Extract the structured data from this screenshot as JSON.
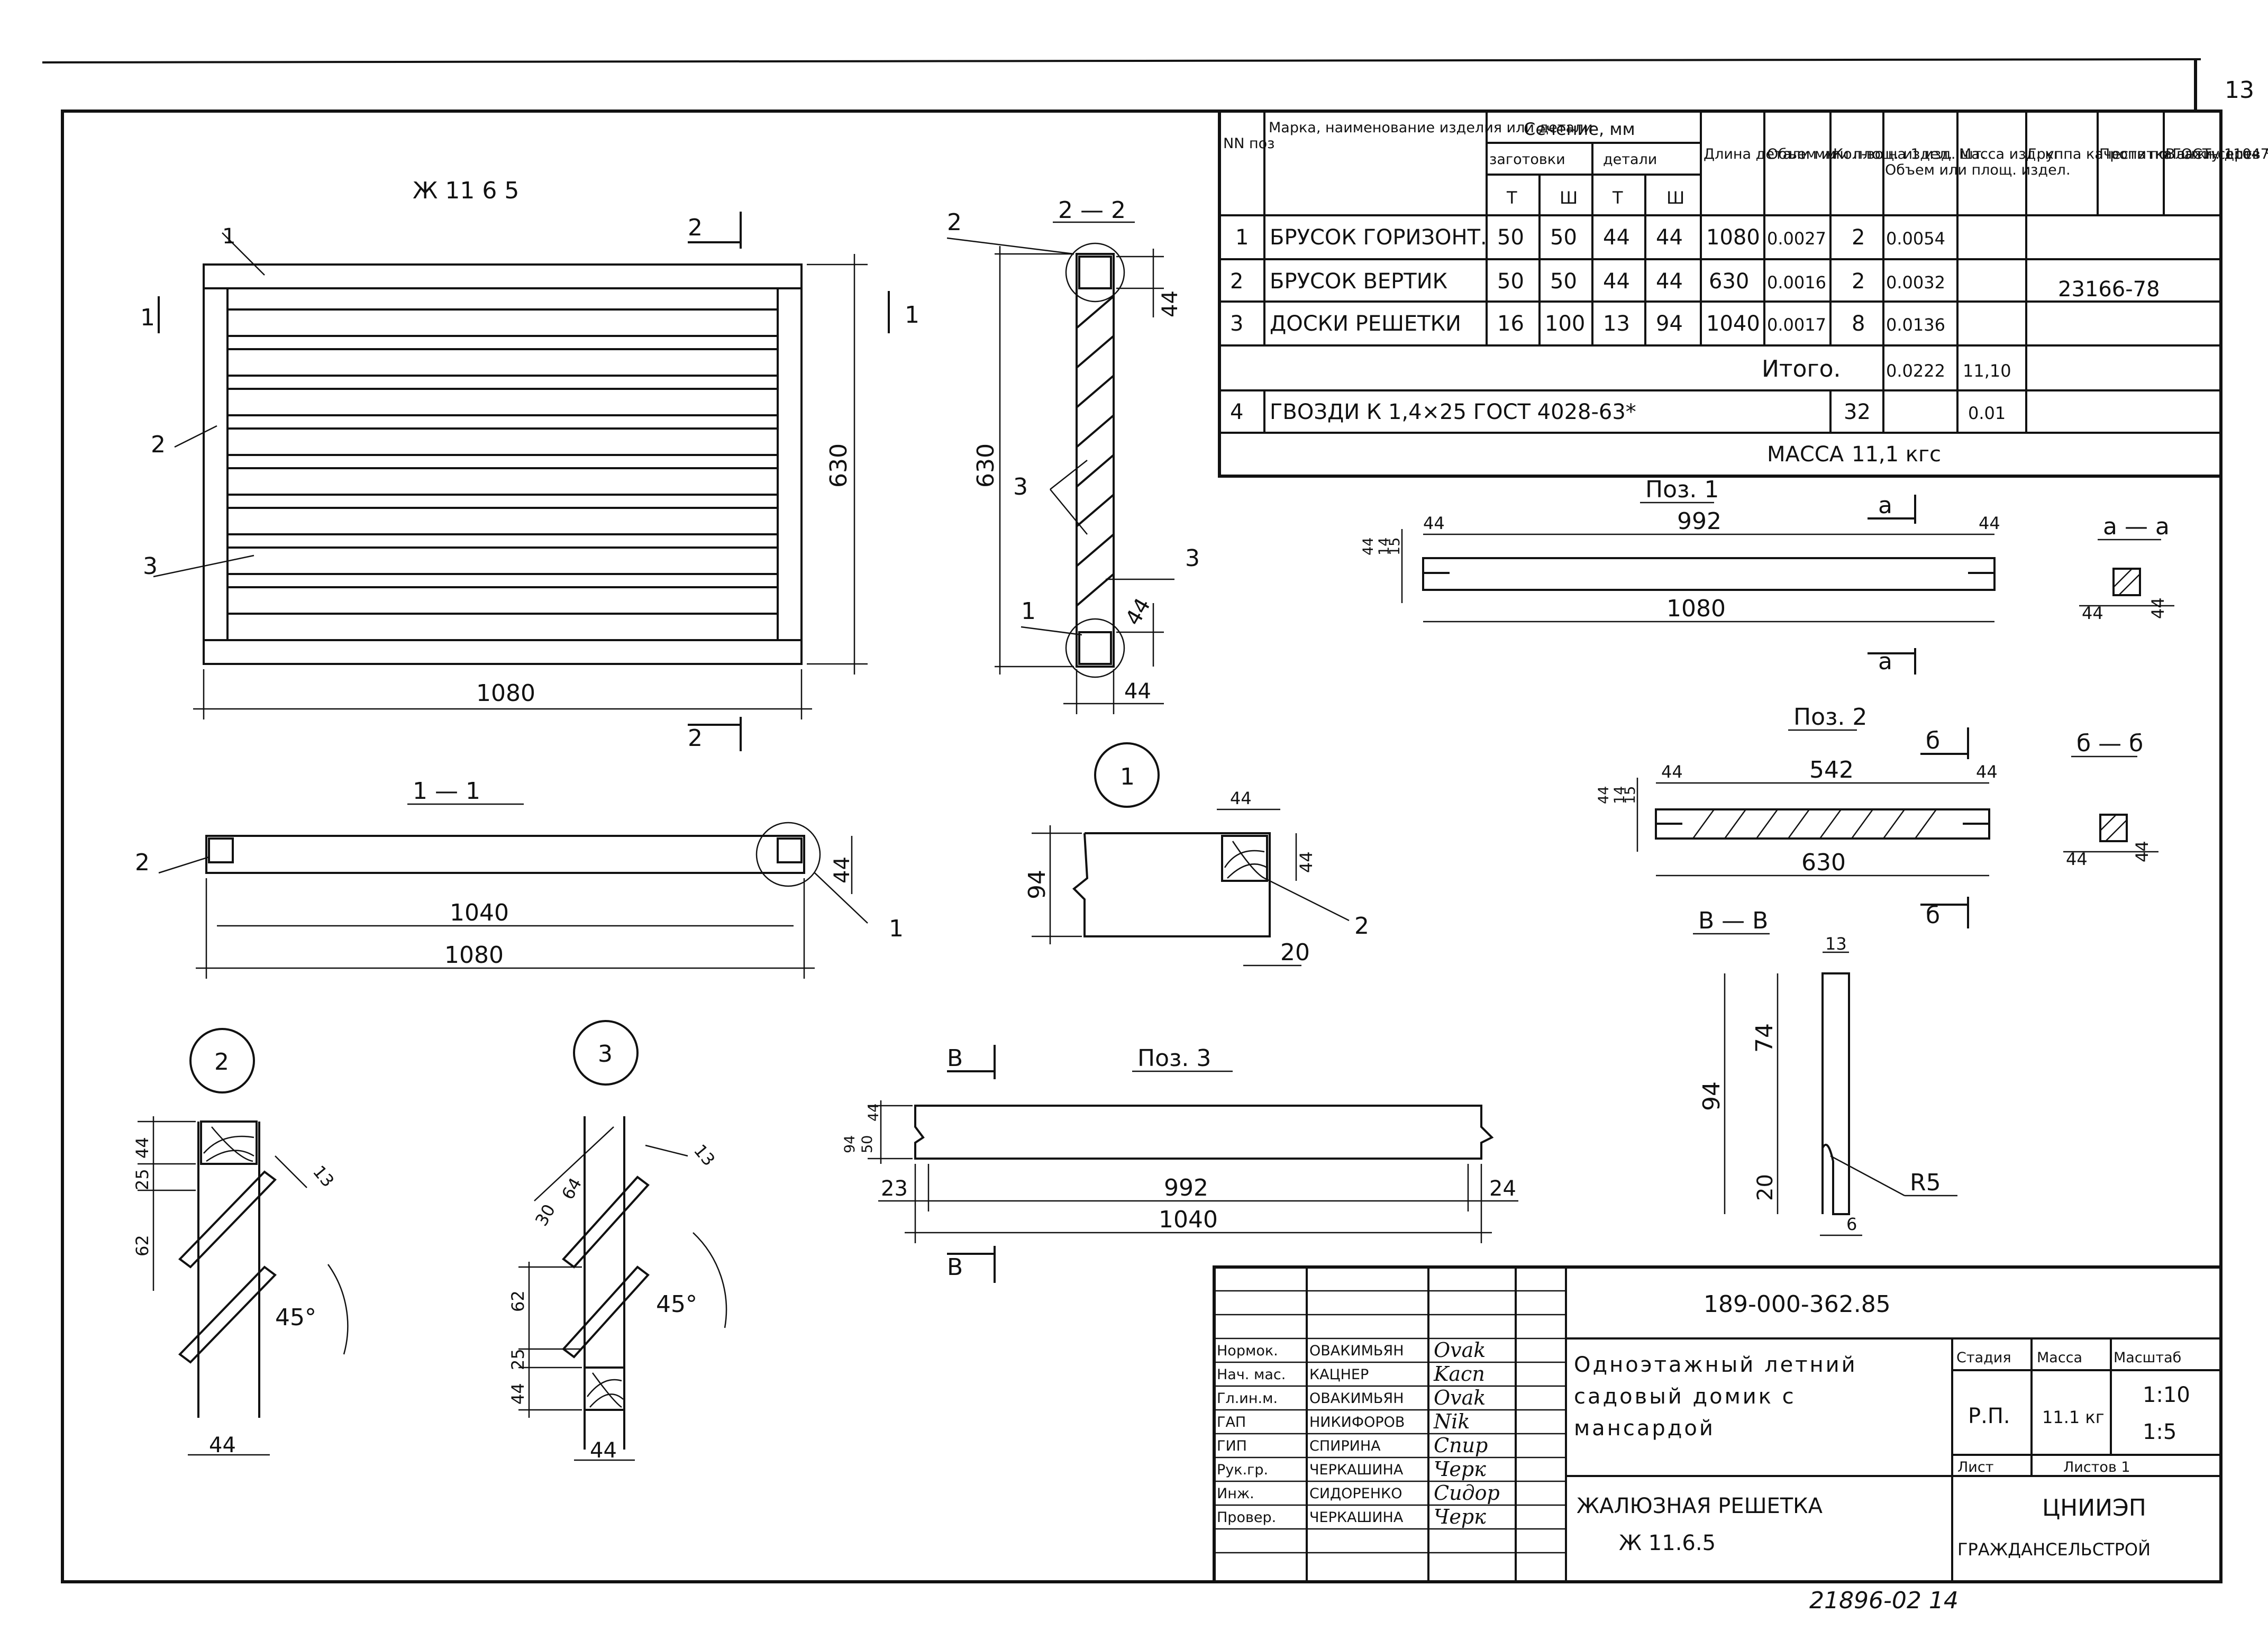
{
  "sheet": {
    "page_number": "13",
    "bottom_code": "21896-02  14"
  },
  "drawing": {
    "product_mark": "Ж 11 6 5",
    "section_1": "1 — 1",
    "section_2": "2 — 2",
    "section_aa": "а — а",
    "section_bb": "б — б",
    "section_vv": "В — В",
    "pos1_title": "Поз. 1",
    "pos2_title": "Поз. 2",
    "pos3_title": "Поз. 3",
    "node1": "1",
    "node2": "2",
    "node3": "3",
    "cut_1": "1",
    "cut_2": "2",
    "cut_a": "а",
    "cut_b": "б",
    "cut_v": "В",
    "leader_1": "1",
    "leader_2": "2",
    "leader_3": "3",
    "dims": {
      "d1080": "1080",
      "d630": "630",
      "d1040": "1040",
      "d992": "992",
      "d542": "542",
      "d44": "44",
      "d14": "14",
      "d15": "15",
      "d94": "94",
      "d20": "20",
      "d13": "13",
      "d74": "74",
      "d6": "6",
      "dR5": "R5",
      "d25": "25",
      "d62": "62",
      "d30": "30",
      "d64": "64",
      "d23": "23",
      "d24": "24",
      "d50": "50",
      "d45": "45°"
    }
  },
  "spec_table": {
    "headers": {
      "nn": "NN поз",
      "mark": "Марка, наименование изделия или детали",
      "section": "Сечение, мм",
      "blank": "заготовки",
      "detail": "детали",
      "t": "Т",
      "sh": "Ш",
      "length": "Длина детали мм",
      "volume_detail": "Объем или площ. издел.",
      "qty": "Кол-во на 1 изд. шт.",
      "volume_item": "Объем или площ. издел.",
      "mass": "Масса изд. кг",
      "quality": "Группа качеств по ГОСТу 11047-72",
      "impregnation": "Пропитка анти-септ.",
      "moisture": "Влажн. древ %"
    },
    "rows": [
      {
        "n": "1",
        "name": "БРУСОК ГОРИЗОНТ.",
        "t1": "50",
        "s1": "50",
        "t2": "44",
        "s2": "44",
        "len": "1080",
        "v1": "0.0027",
        "q": "2",
        "v2": "0.0054"
      },
      {
        "n": "2",
        "name": "БРУСОК ВЕРТИК",
        "t1": "50",
        "s1": "50",
        "t2": "44",
        "s2": "44",
        "len": "630",
        "v1": "0.0016",
        "q": "2",
        "v2": "0.0032"
      },
      {
        "n": "3",
        "name": "ДОСКИ РЕШЕТКИ",
        "t1": "16",
        "s1": "100",
        "t2": "13",
        "s2": "94",
        "len": "1040",
        "v1": "0.0017",
        "q": "8",
        "v2": "0.0136"
      }
    ],
    "group_standard": "23166-78",
    "total_label": "Итого.",
    "total_volume": "0.0222",
    "total_mass": "11,10",
    "nails": {
      "n": "4",
      "name": "ГВОЗДИ К 1,4×25  ГОСТ 4028-63*",
      "qty": "32",
      "mass": "0.01"
    },
    "mass_label": "МАССА",
    "mass_value": "11,1 кгс"
  },
  "title_block": {
    "doc_code": "189-000-362.85",
    "project": "Одноэтажный летний садовый домик с мансардой",
    "sheet_title_1": "ЖАЛЮЗНАЯ РЕШЕТКА",
    "sheet_title_2": "Ж 11.6.5",
    "stage_label": "Стадия",
    "mass_label": "Масса",
    "scale_label": "Масштаб",
    "stage": "Р.П.",
    "mass": "11.1 кг",
    "scale_1": "1:10",
    "scale_2": "1:5",
    "sheet_label": "Лист",
    "sheets_label": "Листов 1",
    "org_1": "ЦНИИЭП",
    "org_2": "ГРАЖДАНСЕЛЬСТРОЙ",
    "staff": [
      {
        "role": "Нормок.",
        "name": "ОВАКИМЬЯН",
        "sign": "Ovak"
      },
      {
        "role": "Нач. мас.",
        "name": "КАЦНЕР",
        "sign": "Kacn"
      },
      {
        "role": "Гл.ин.м.",
        "name": "ОВАКИМЬЯН",
        "sign": "Ovak"
      },
      {
        "role": "ГАП",
        "name": "НИКИФОРОВ",
        "sign": "Nik"
      },
      {
        "role": "ГИП",
        "name": "СПИРИНА",
        "sign": "Спир"
      },
      {
        "role": "Рук.гр.",
        "name": "ЧЕРКАШИНА",
        "sign": "Черк"
      },
      {
        "role": "Инж.",
        "name": "СИДОРЕНКО",
        "sign": "Сидор"
      },
      {
        "role": "Провер.",
        "name": "ЧЕРКАШИНА",
        "sign": "Черк"
      }
    ]
  }
}
